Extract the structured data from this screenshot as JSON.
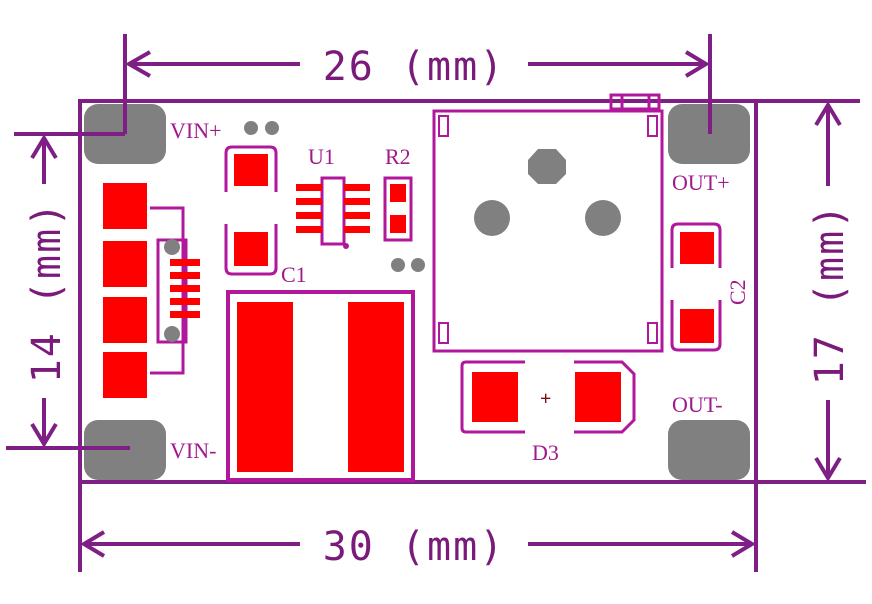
{
  "colors": {
    "dimension": "#7f1f86",
    "silkscreen": "#b0179b",
    "pad_red": "#ff0000",
    "pad_grey": "#808080",
    "background": "#ffffff"
  },
  "dimensions": {
    "top": "26 (mm)",
    "bottom": "30 (mm)",
    "left": "14 (mm)",
    "right": "17 (mm)"
  },
  "labels": {
    "vin_plus": "VIN+",
    "vin_minus": "VIN-",
    "out_plus": "OUT+",
    "out_minus": "OUT-",
    "u1": "U1",
    "r2": "R2",
    "c1": "C1",
    "c2": "C2",
    "d3": "D3",
    "polarity": "+"
  }
}
